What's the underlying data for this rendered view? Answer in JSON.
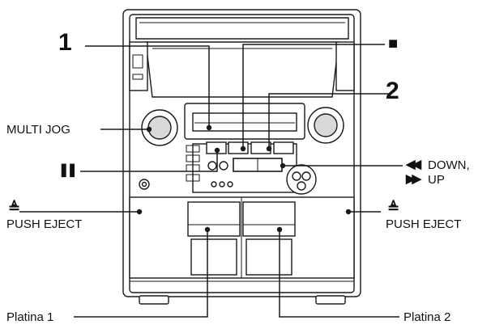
{
  "callouts": {
    "num1": "1",
    "num2": "2",
    "stop": "■",
    "pause": "❚❚",
    "multi_jog": "MULTI JOG",
    "eject_symbol": "≜",
    "push_eject_left": "PUSH EJECT",
    "push_eject_right": "PUSH EJECT",
    "rew_symbol": "◀◀",
    "ff_symbol": "▶▶",
    "down": "DOWN,",
    "up": "UP",
    "deck1": "Platina 1",
    "deck2": "Platina 2"
  },
  "colors": {
    "line": "#1a1a1a",
    "body_fill": "#ffffff",
    "shade": "#d9d9d9"
  }
}
